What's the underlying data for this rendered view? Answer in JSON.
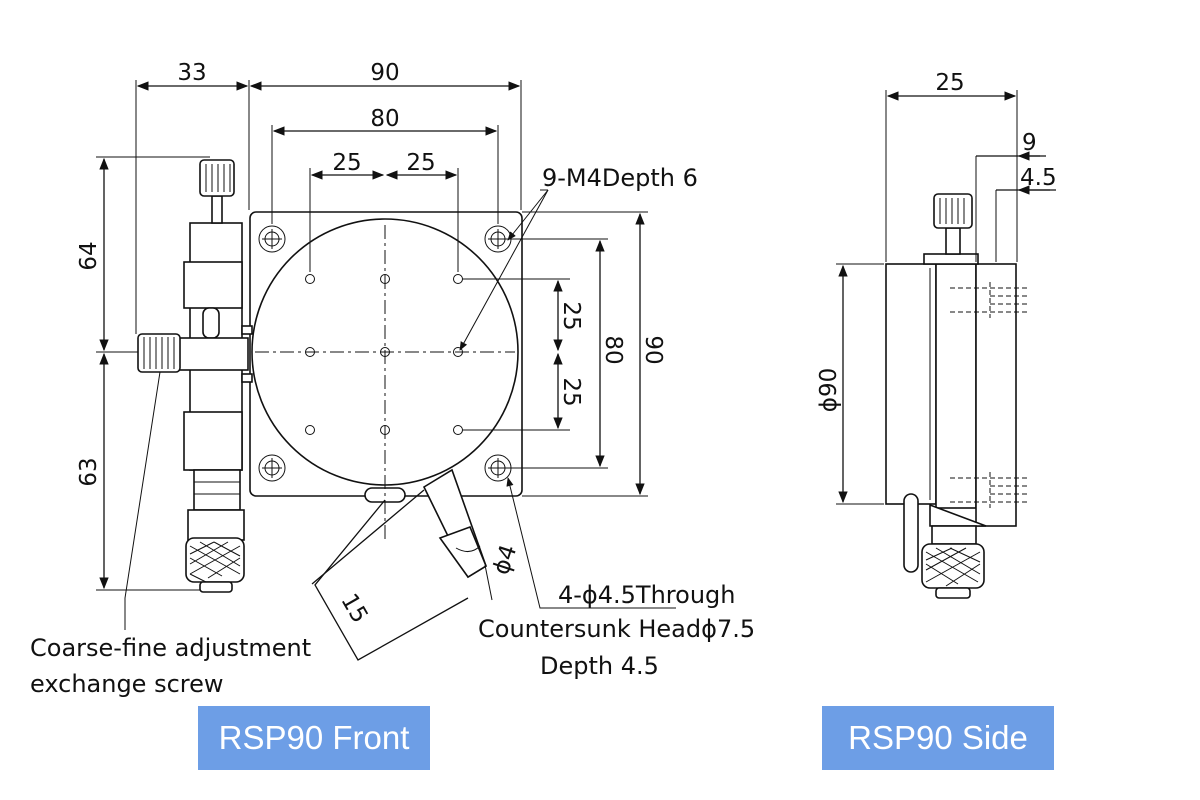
{
  "front": {
    "dims": {
      "d33": "33",
      "d90_top": "90",
      "d80_top": "80",
      "d25a": "25",
      "d25b": "25",
      "d64": "64",
      "d63": "63",
      "d25_r1": "25",
      "d25_r2": "25",
      "d80_r": "80",
      "d90_r": "90",
      "d15": "15",
      "phi4": "ϕ4"
    },
    "notes": {
      "tapped_holes": "9-M4Depth 6",
      "through_holes_1": "4-ϕ4.5Through",
      "through_holes_2": "Countersunk Headϕ7.5",
      "through_holes_3": "Depth 4.5",
      "screw_1": "Coarse-fine adjustment",
      "screw_2": "exchange screw"
    },
    "caption": "RSP90 Front"
  },
  "side": {
    "dims": {
      "d25": "25",
      "d9": "9",
      "d45": "4.5",
      "phi90": "ϕ90"
    },
    "caption": "RSP90 Side"
  },
  "colors": {
    "caption_bg": "#6d9ee6",
    "caption_text": "#ffffff",
    "line": "#111111"
  }
}
